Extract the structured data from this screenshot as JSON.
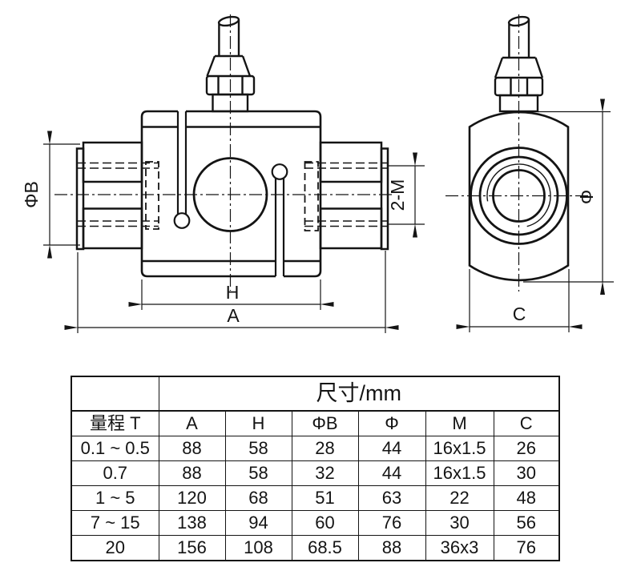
{
  "drawing": {
    "dim_labels": {
      "phi_b": "ΦB",
      "two_m": "2-M",
      "h": "H",
      "a": "A",
      "phi": "Φ",
      "c": "C"
    }
  },
  "table": {
    "size_header": "尺寸/mm",
    "range_header": "量程 T",
    "columns": [
      "A",
      "H",
      "ΦB",
      "Φ",
      "M",
      "C"
    ],
    "rows": [
      [
        "0.1 ~ 0.5",
        "88",
        "58",
        "28",
        "44",
        "16x1.5",
        "26"
      ],
      [
        "0.7",
        "88",
        "58",
        "32",
        "44",
        "16x1.5",
        "30"
      ],
      [
        "1 ~ 5",
        "120",
        "68",
        "51",
        "63",
        "22",
        "48"
      ],
      [
        "7 ~ 15",
        "138",
        "94",
        "60",
        "76",
        "30",
        "56"
      ],
      [
        "20",
        "156",
        "108",
        "68.5",
        "88",
        "36x3",
        "76"
      ]
    ]
  }
}
